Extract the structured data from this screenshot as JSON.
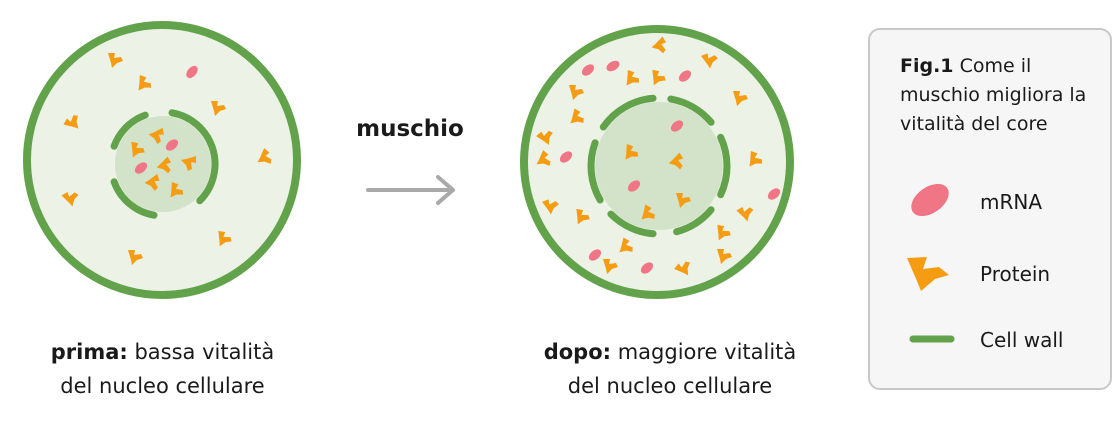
{
  "arrow_label": "muschio",
  "before": {
    "bold": "prima:",
    "line1": " bassa vitalità",
    "line2": "del nucleo cellulare"
  },
  "after": {
    "bold": "dopo:",
    "line1": " maggiore vitalità",
    "line2": "del nucleo cellulare"
  },
  "legend": {
    "fig": "Fig.1",
    "title": " Come il muschio migliora la vitalità del core",
    "items": [
      {
        "label": "mRNA",
        "icon": "mrna-icon"
      },
      {
        "label": "Protein",
        "icon": "protein-icon"
      },
      {
        "label": "Cell wall",
        "icon": "cell-wall-icon"
      }
    ]
  },
  "colors": {
    "wall": "#62a24a",
    "cytoplasm": "#ecf2e6",
    "nucleus": "#d2e3c9",
    "protein": "#f59c12",
    "mrna": "#f07585",
    "arrow": "#a9a9a9"
  }
}
